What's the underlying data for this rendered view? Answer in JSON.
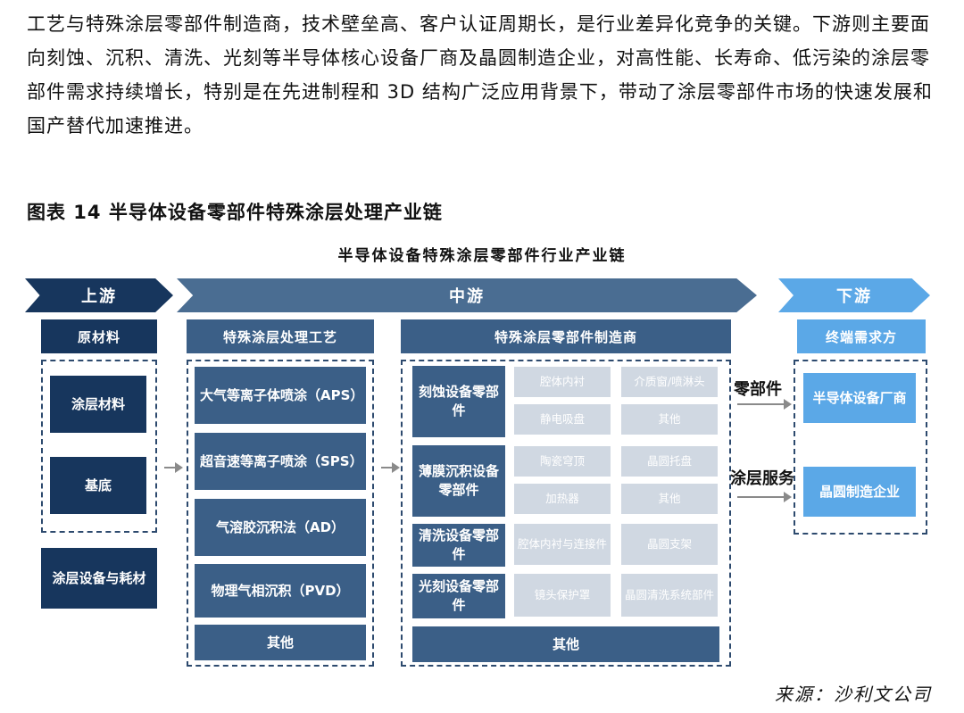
{
  "paragraph": "工艺与特殊涂层零部件制造商，技术壁垒高、客户认证周期长，是行业差异化竞争的关键。下游则主要面向刻蚀、沉积、清洗、光刻等半导体核心设备厂商及晶圆制造企业，对高性能、长寿命、低污染的涂层零部件需求持续增长，特别是在先进制程和 3D 结构广泛应用背景下，带动了涂层零部件市场的快速发展和国产替代加速推进。",
  "figure_title": "图表 14 半导体设备零部件特殊涂层处理产业链",
  "chain_title": "半导体设备特殊涂层零部件行业产业链",
  "banners": {
    "upstream": "上游",
    "midstream": "中游",
    "downstream": "下游"
  },
  "upstream": {
    "header": "原材料",
    "items": [
      "涂层材料",
      "基底"
    ],
    "extra": "涂层设备与耗材"
  },
  "process": {
    "header": "特殊涂层处理工艺",
    "items": [
      "大气等离子体喷涂（APS）",
      "超音速等离子喷涂（SPS）",
      "气溶胶沉积法（AD）",
      "物理气相沉积（PVD）",
      "其他"
    ]
  },
  "manufacturer": {
    "header": "特殊涂层零部件制造商",
    "groups": [
      {
        "name": "刻蚀设备零部件",
        "parts": [
          "腔体内衬",
          "介质窗/喷淋头",
          "静电吸盘",
          "其他"
        ]
      },
      {
        "name": "薄膜沉积设备零部件",
        "parts": [
          "陶瓷穹顶",
          "晶圆托盘",
          "加热器",
          "其他"
        ]
      },
      {
        "name": "清洗设备零部件",
        "parts": [
          "腔体内衬与连接件",
          "晶圆支架"
        ]
      },
      {
        "name": "光刻设备零部件",
        "parts": [
          "镜头保护罩",
          "晶圆清洗系统部件"
        ]
      }
    ],
    "other": "其他"
  },
  "downstream": {
    "header": "终端需求方",
    "items": [
      "半导体设备厂商",
      "晶圆制造企业"
    ],
    "flows": [
      "零部件",
      "涂层服务"
    ]
  },
  "source": "来源：沙利文公司",
  "colors": {
    "dark": "#17365d",
    "mid": "#3b5f87",
    "light": "#5ba8e7",
    "grey": "#d0d8e2"
  }
}
